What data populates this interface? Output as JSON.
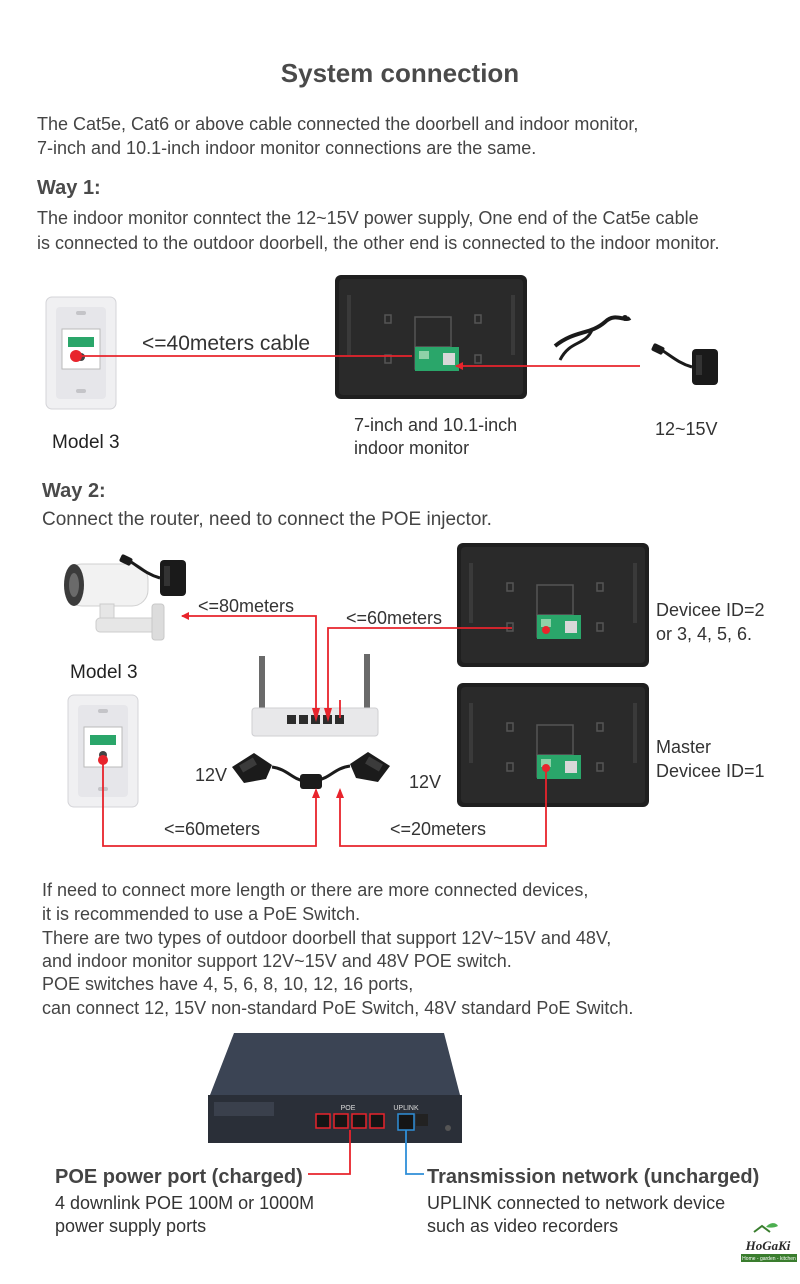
{
  "title": "System connection",
  "intro": [
    "The Cat5e, Cat6 or above cable connected the doorbell and indoor monitor,",
    "7-inch and 10.1-inch indoor monitor connections are the same."
  ],
  "way1": {
    "heading": "Way 1:",
    "desc": [
      "The indoor monitor conntect the 12~15V power supply,  One end of the Cat5e cable",
      "is connected to the outdoor doorbell, the other end is connected to the indoor monitor."
    ],
    "cable_label": "<=40meters cable",
    "model_label": "Model 3",
    "monitor_label": [
      "7-inch and 10.1-inch",
      "indoor monitor"
    ],
    "power_label": "12~15V"
  },
  "way2": {
    "heading": "Way 2:",
    "desc": "Connect the router, need to connect the POE injector.",
    "camera_cable": "<=80meters",
    "monitor2_cable": "<=60meters",
    "model_label": "Model 3",
    "device2_label": [
      "Devicee ID=2",
      "or 3, 4, 5, 6."
    ],
    "master_label": [
      "Master",
      "Devicee ID=1"
    ],
    "left_power": "12V",
    "right_power": "12V",
    "doorbell_cable": "<=60meters",
    "master_cable": "<=20meters"
  },
  "notes": [
    "If need to connect more length or there are more connected devices,",
    "it is recommended to use a PoE Switch.",
    "There are two types of outdoor doorbell that support 12V~15V and 48V,",
    "and indoor monitor support 12V~15V and 48V POE switch.",
    "POE switches have 4, 5, 6, 8, 10, 12, 16 ports,",
    "can connect 12, 15V non-standard PoE Switch, 48V standard PoE Switch."
  ],
  "switch": {
    "poe_tag": "POE",
    "uplink_tag": "UPLINK",
    "poe_title": "POE power port (charged)",
    "poe_desc": [
      "4 downlink POE 100M or 1000M",
      "power supply ports"
    ],
    "uplink_title": "Transmission network (uncharged)",
    "uplink_desc": [
      "UPLINK connected to network device",
      "such as video recorders"
    ]
  },
  "logo": {
    "brand": "HoGaKi",
    "tagline": "Home - garden - kitchen"
  },
  "colors": {
    "red": "#e8242c",
    "blue": "#2f8fd8",
    "panel": "#1f1f1f",
    "board": "#2aa66a"
  }
}
